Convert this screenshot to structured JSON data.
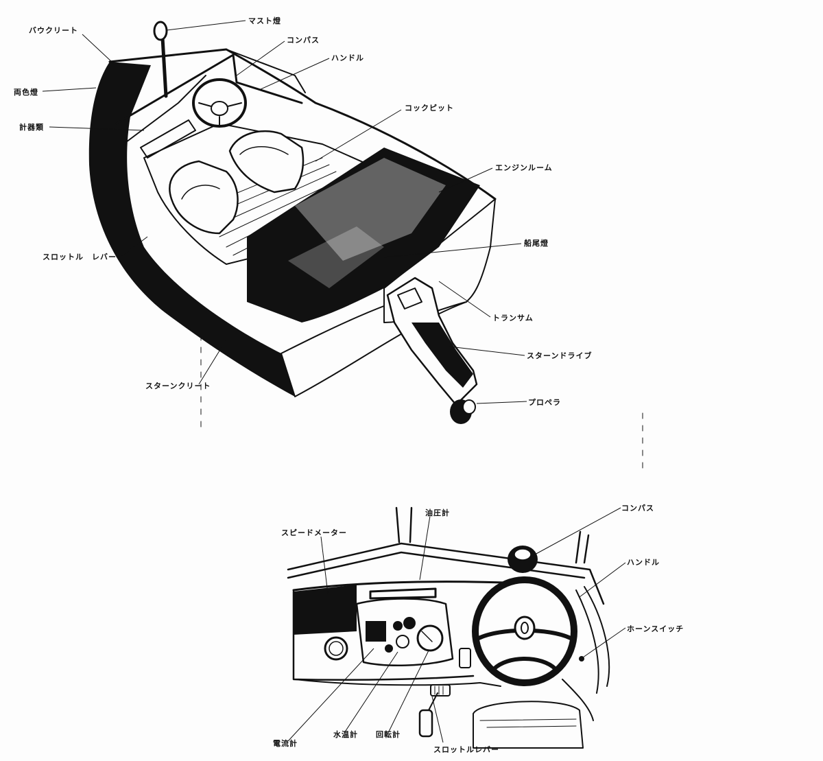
{
  "boat_labels": {
    "mast_light": "マスト燈",
    "bow_cleat": "バウクリート",
    "compass": "コンパス",
    "handle": "ハンドル",
    "side_lights": "両色燈",
    "cockpit": "コックピット",
    "gauges": "計器類",
    "engine_room": "エンジンルーム",
    "throttle_lever": "スロットル　レバー",
    "stern_light": "船尾燈",
    "transom": "トランサム",
    "stern_drive": "スターンドライブ",
    "stern_cleat": "スターンクリート",
    "propeller": "プロペラ"
  },
  "dash_labels": {
    "oil_pressure": "油圧計",
    "compass": "コンパス",
    "speedometer": "スピードメーター",
    "handle": "ハンドル",
    "horn_switch": "ホーンスイッチ",
    "ammeter": "電流計",
    "water_temp": "水温計",
    "tachometer": "回転計",
    "throttle_lever": "スロットルレバー"
  }
}
